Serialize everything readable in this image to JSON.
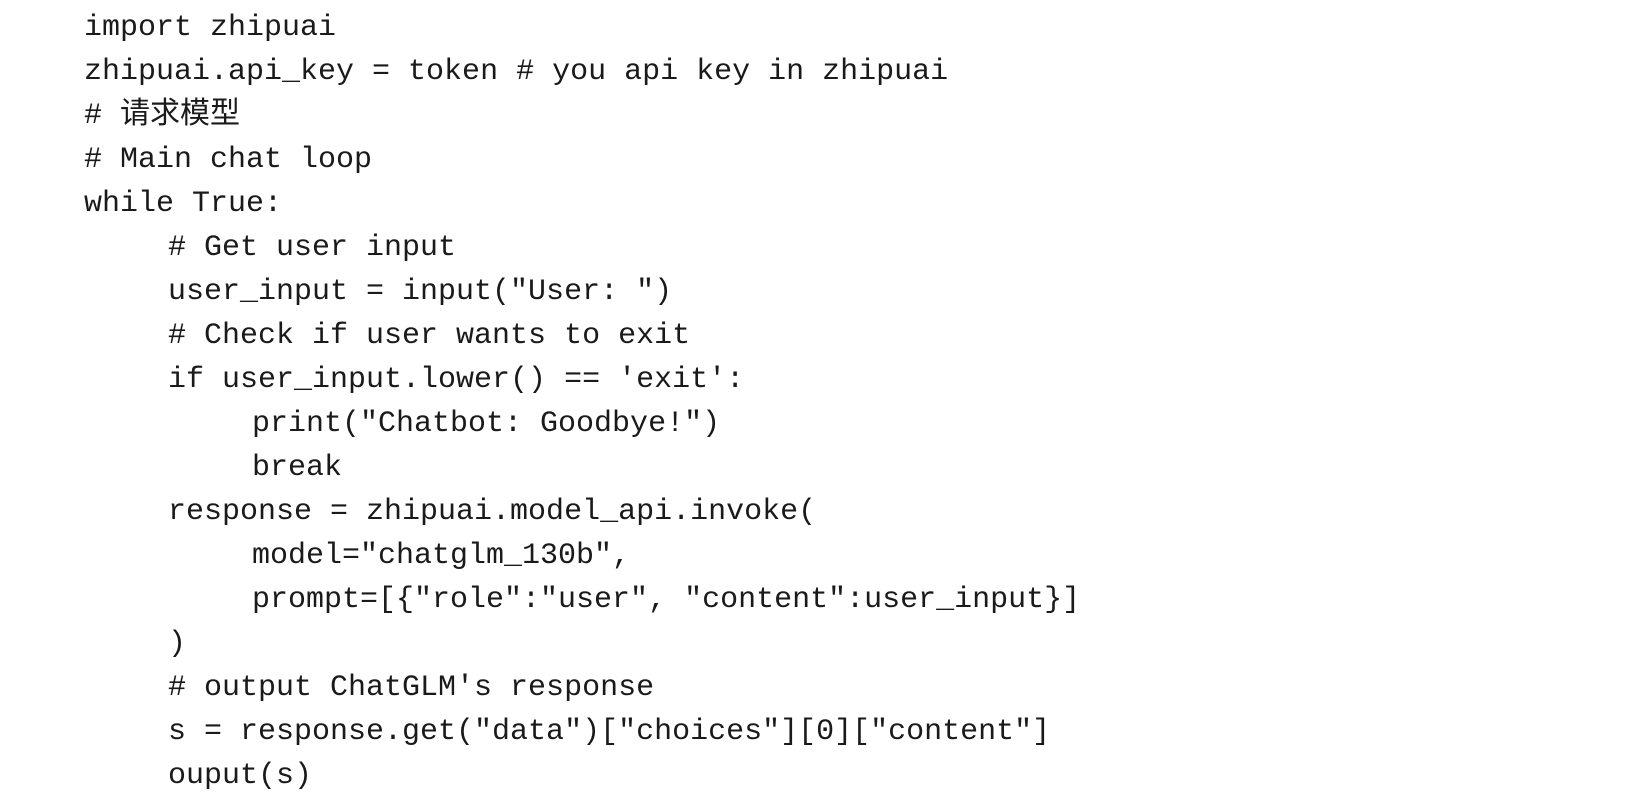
{
  "code": {
    "language": "python",
    "lines": [
      {
        "indent": 0,
        "text": "import zhipuai"
      },
      {
        "indent": 0,
        "text": "zhipuai.api_key = token # you api key in zhipuai"
      },
      {
        "indent": 0,
        "text": "# 请求模型"
      },
      {
        "indent": 0,
        "text": "# Main chat loop"
      },
      {
        "indent": 0,
        "text": "while True:"
      },
      {
        "indent": 1,
        "text": "# Get user input"
      },
      {
        "indent": 1,
        "text": "user_input = input(\"User: \")"
      },
      {
        "indent": 1,
        "text": "# Check if user wants to exit"
      },
      {
        "indent": 1,
        "text": "if user_input.lower() == 'exit':"
      },
      {
        "indent": 2,
        "text": "print(\"Chatbot: Goodbye!\")"
      },
      {
        "indent": 2,
        "text": "break"
      },
      {
        "indent": 1,
        "text": "response = zhipuai.model_api.invoke("
      },
      {
        "indent": 2,
        "text": "model=\"chatglm_130b\","
      },
      {
        "indent": 2,
        "text": "prompt=[{\"role\":\"user\", \"content\":user_input}]"
      },
      {
        "indent": 1,
        "text": ")"
      },
      {
        "indent": 1,
        "text": "# output ChatGLM's response"
      },
      {
        "indent": 1,
        "text": "s = response.get(\"data\")[\"choices\"][0][\"content\"]"
      },
      {
        "indent": 1,
        "text": "ouput(s)"
      }
    ]
  }
}
